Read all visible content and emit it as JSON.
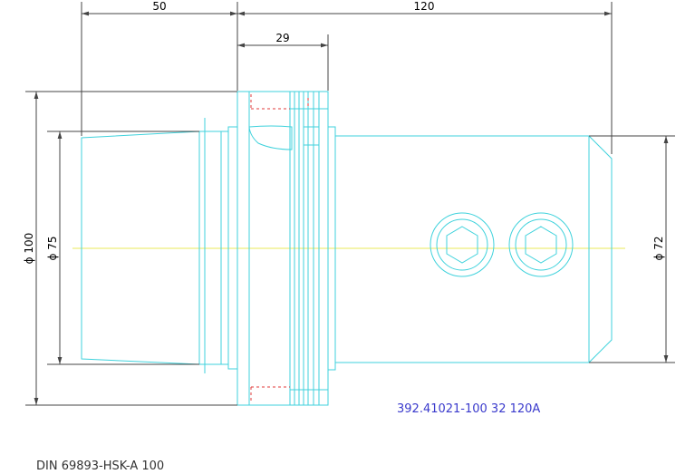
{
  "dimensions": {
    "len_50": "50",
    "len_120": "120",
    "len_29": "29",
    "dia_100": "ϕ 100",
    "dia_75": "ϕ 75",
    "dia_72": "ϕ 72"
  },
  "labels": {
    "part_number": "392.41021-100 32 120A",
    "standard": "DIN 69893-HSK-A 100"
  },
  "colors": {
    "outline": "#3fd2dc",
    "dimension": "#444444",
    "hidden": "#e03a3a",
    "centerline": "#e8e85a",
    "part_number": "#3a3acc",
    "standard": "#333333"
  }
}
